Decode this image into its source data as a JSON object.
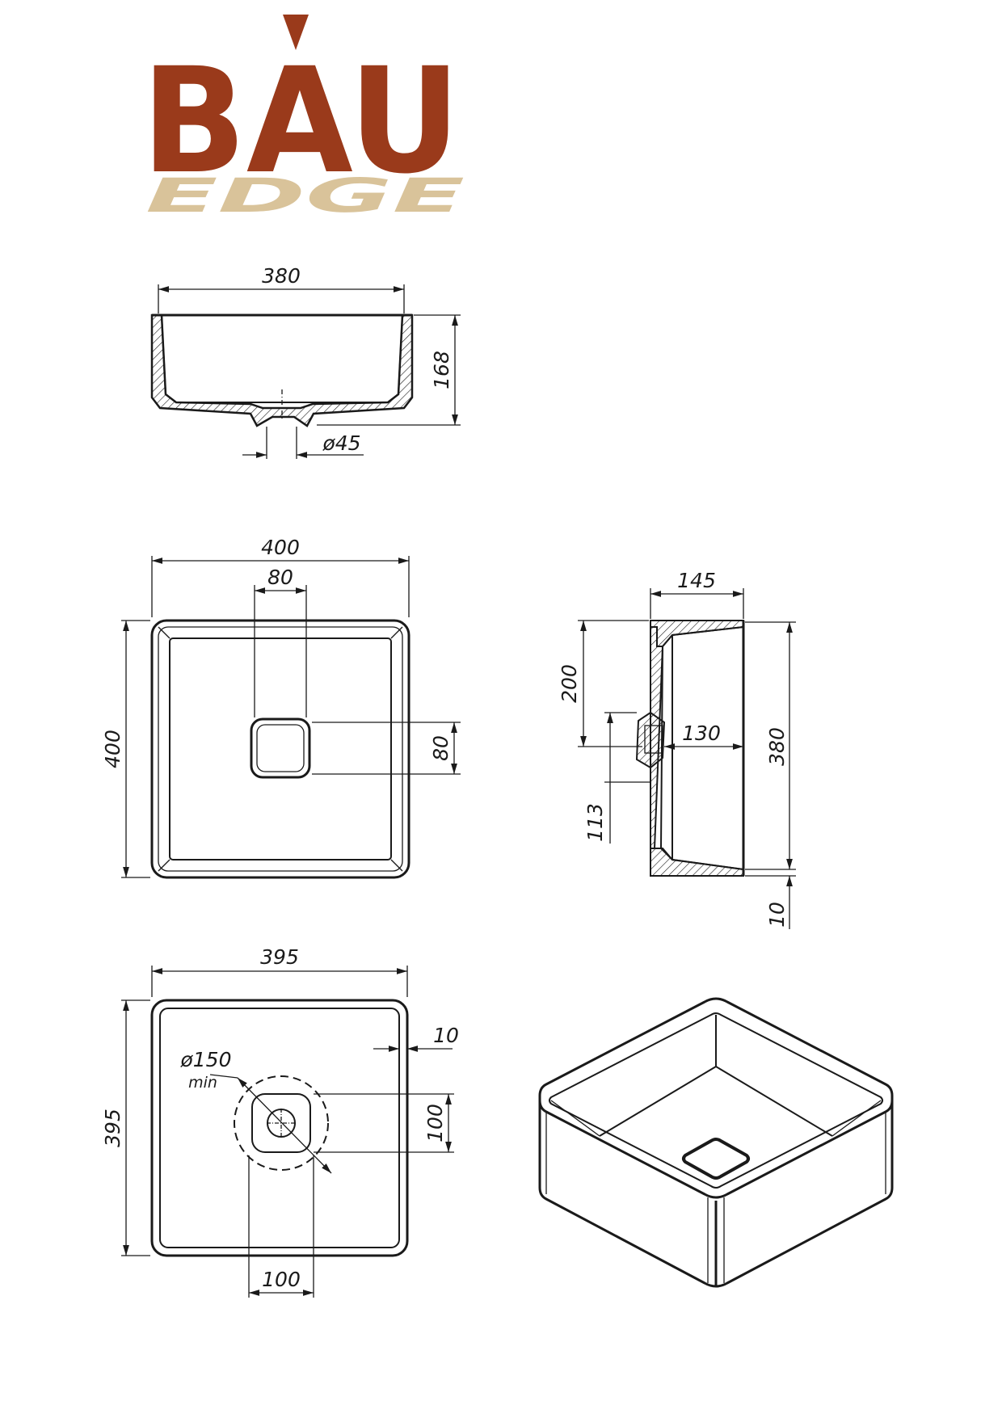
{
  "brand": {
    "name": "BAU",
    "sub": "EDGE",
    "primary_color": "#9a3a1b",
    "secondary_color": "#d9c39a"
  },
  "dimensions": {
    "section_width": "380",
    "section_height": "168",
    "waste_diameter": "ø45",
    "top_width": "400",
    "top_height": "400",
    "drain_width": "80",
    "drain_height": "80",
    "side_depth": "145",
    "side_top": "200",
    "side_drain": "130",
    "side_height": "380",
    "side_bottom": "113",
    "side_base": "10",
    "base_width": "395",
    "base_height": "395",
    "base_inset": "10",
    "base_clearance": "ø150",
    "base_clearance_note": "min",
    "base_drain_h": "100",
    "base_drain_w": "100"
  }
}
